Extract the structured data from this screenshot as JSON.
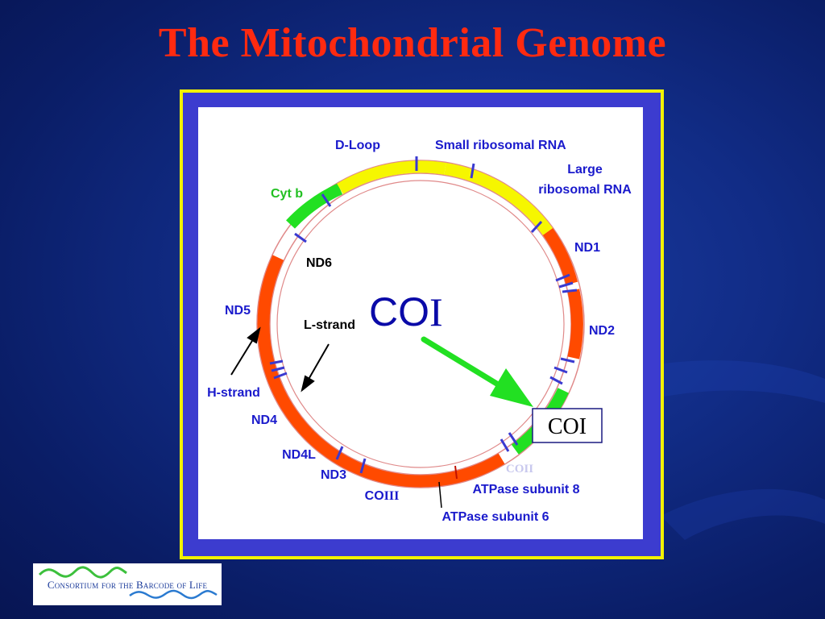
{
  "title": "The Mitochondrial Genome",
  "labels": {
    "d_loop": "D-Loop",
    "small_rrna": "Small ribosomal RNA",
    "large_rrna_line1": "Large",
    "large_rrna_line2": "ribosomal RNA",
    "cyt_b": "Cyt b",
    "nd1": "ND1",
    "nd6": "ND6",
    "co_center": "CO",
    "co_center_roman": "I",
    "nd5": "ND5",
    "l_strand": "L-strand",
    "nd2": "ND2",
    "h_strand": "H-strand",
    "coi_box": "COI",
    "nd4": "ND4",
    "nd4l": "ND4L",
    "coii": "COII",
    "nd3": "ND3",
    "atpase8": "ATPase subunit 8",
    "coiii_co": "CO",
    "coiii_roman": "III",
    "atpase6": "ATPase subunit 6"
  },
  "logo": {
    "text": "Consortium for the Barcode of Life"
  },
  "colors": {
    "title": "#ff2a10",
    "frame_border": "#f2f200",
    "frame_fill": "#3c3ccf",
    "label_blue": "#1a1acc",
    "rrna_yellow": "#f6f600",
    "gene_orange": "#ff4a00",
    "coi_green": "#22e022",
    "arrow_green": "#22e022"
  }
}
